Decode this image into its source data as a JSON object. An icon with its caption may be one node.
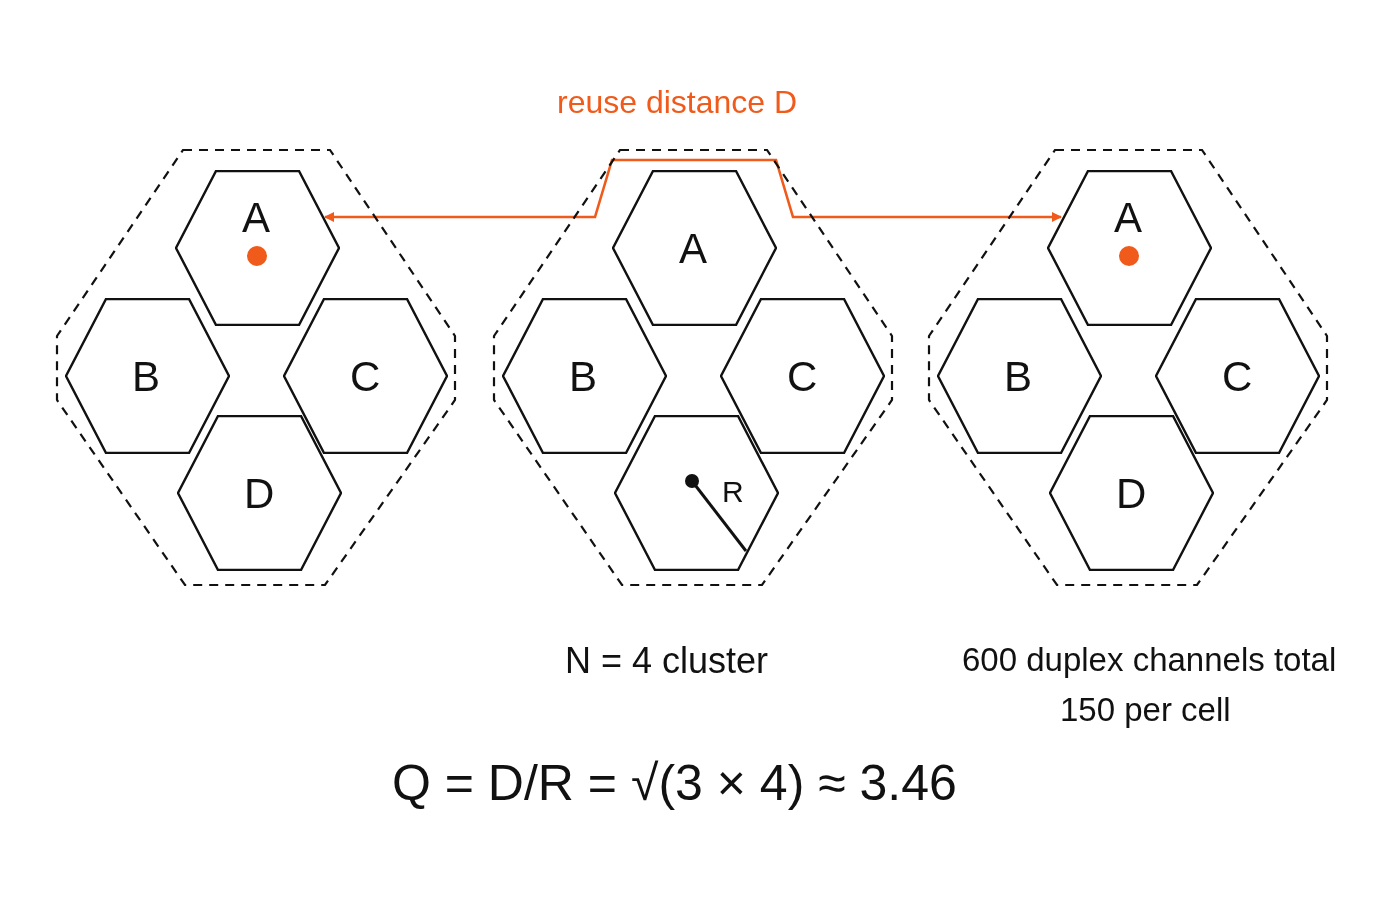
{
  "diagram": {
    "nodes": [
      {
        "text": [],
        "shape": "polygon"
      },
      {
        "text": [
          "A"
        ],
        "in": 0
      },
      {
        "text": [
          "B"
        ],
        "in": 0
      },
      {
        "text": [
          "C"
        ],
        "in": 0
      },
      {
        "text": [
          "D"
        ],
        "in": 0
      },
      {
        "text": [],
        "shape": "polygon"
      },
      {
        "text": [
          "A"
        ],
        "in": 5
      },
      {
        "text": [
          "B"
        ],
        "in": 5
      },
      {
        "text": [
          "C"
        ],
        "in": 5
      },
      {
        "text": [
          "R"
        ],
        "in": 5
      },
      {
        "text": [],
        "shape": "polygon"
      },
      {
        "text": [
          "A"
        ],
        "in": 10
      },
      {
        "text": [
          "B"
        ],
        "in": 10
      },
      {
        "text": [
          "C"
        ],
        "in": 10
      },
      {
        "text": [
          "D"
        ],
        "in": 10
      }
    ],
    "edges": [
      {
        "from": 1,
        "to": 11,
        "arrow": "both",
        "label": "reuse distance D",
        "color": "#f05a1a"
      }
    ],
    "labels": [
      "N = 4 cluster",
      "600 duplex channels total",
      "150 per cell",
      "Q = D/R = √(3 × 4) ≈ 3.46"
    ]
  }
}
